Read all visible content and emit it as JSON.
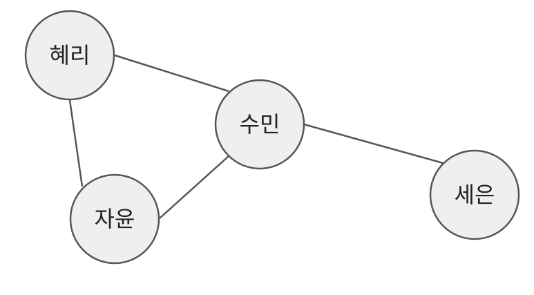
{
  "diagram": {
    "type": "graph",
    "nodes": [
      {
        "id": "hyeri",
        "label": "혜리"
      },
      {
        "id": "sumin",
        "label": "수민"
      },
      {
        "id": "jayun",
        "label": "자윤"
      },
      {
        "id": "seeun",
        "label": "세은"
      }
    ],
    "edges": [
      {
        "from": "hyeri",
        "to": "sumin"
      },
      {
        "from": "hyeri",
        "to": "jayun"
      },
      {
        "from": "sumin",
        "to": "jayun"
      },
      {
        "from": "sumin",
        "to": "seeun"
      }
    ]
  }
}
